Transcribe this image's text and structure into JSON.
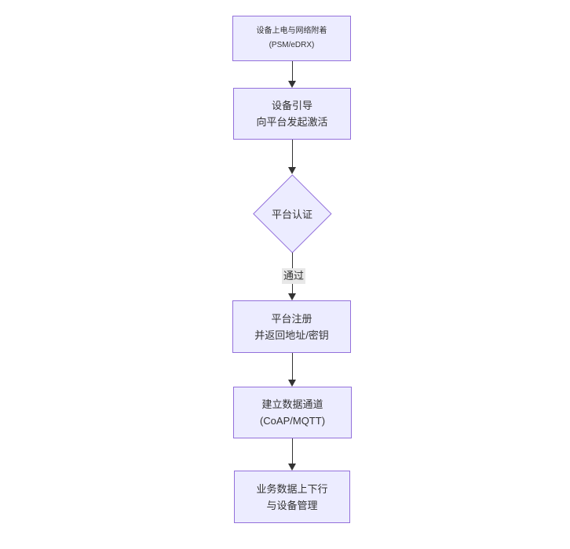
{
  "diagram": {
    "type": "flowchart",
    "direction": "top-down",
    "colors": {
      "background": "#ffffff",
      "node_fill": "#ECECFF",
      "node_border": "#9370DB",
      "text": "#333333",
      "arrow": "#333333",
      "edge_label_bg": "#e8e8e8"
    },
    "nodes": [
      {
        "id": "power-network-attach",
        "shape": "rect",
        "line1": "设备上电与网络附着",
        "line2": "(PSM/eDRX)"
      },
      {
        "id": "device-bootstrap",
        "shape": "rect",
        "line1": "设备引导",
        "line2": "向平台发起激活"
      },
      {
        "id": "platform-auth",
        "shape": "diamond",
        "line1": "平台认证"
      },
      {
        "id": "platform-register",
        "shape": "rect",
        "line1": "平台注册",
        "line2": "并返回地址/密钥"
      },
      {
        "id": "data-channel",
        "shape": "rect",
        "line1": "建立数据通道",
        "line2": "(CoAP/MQTT)"
      },
      {
        "id": "business-data",
        "shape": "rect",
        "line1": "业务数据上下行",
        "line2": "与设备管理"
      }
    ],
    "edges": [
      {
        "from": "power-network-attach",
        "to": "device-bootstrap",
        "label": ""
      },
      {
        "from": "device-bootstrap",
        "to": "platform-auth",
        "label": ""
      },
      {
        "from": "platform-auth",
        "to": "platform-register",
        "label": "通过"
      },
      {
        "from": "platform-register",
        "to": "data-channel",
        "label": ""
      },
      {
        "from": "data-channel",
        "to": "business-data",
        "label": ""
      }
    ]
  }
}
